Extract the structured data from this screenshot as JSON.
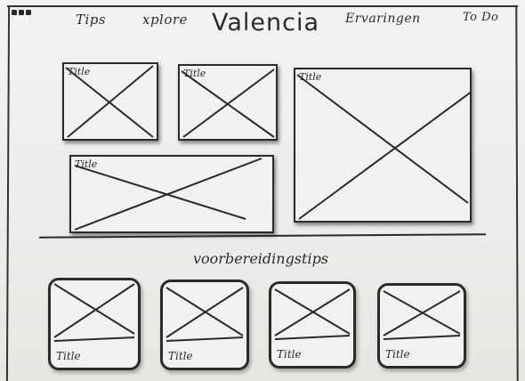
{
  "nav": {
    "tips": "Tips",
    "explore": "xplore",
    "brand": "Valencia",
    "ervaringen": "Ervaringen",
    "todo": "To Do"
  },
  "featured": [
    {
      "title": "Title"
    },
    {
      "title": "Title"
    },
    {
      "title": "Title"
    },
    {
      "title": "Title"
    }
  ],
  "section": {
    "title": "voorbereidingstips"
  },
  "tips": [
    {
      "title": "Title"
    },
    {
      "title": "Title"
    },
    {
      "title": "Title"
    },
    {
      "title": "Title"
    }
  ]
}
